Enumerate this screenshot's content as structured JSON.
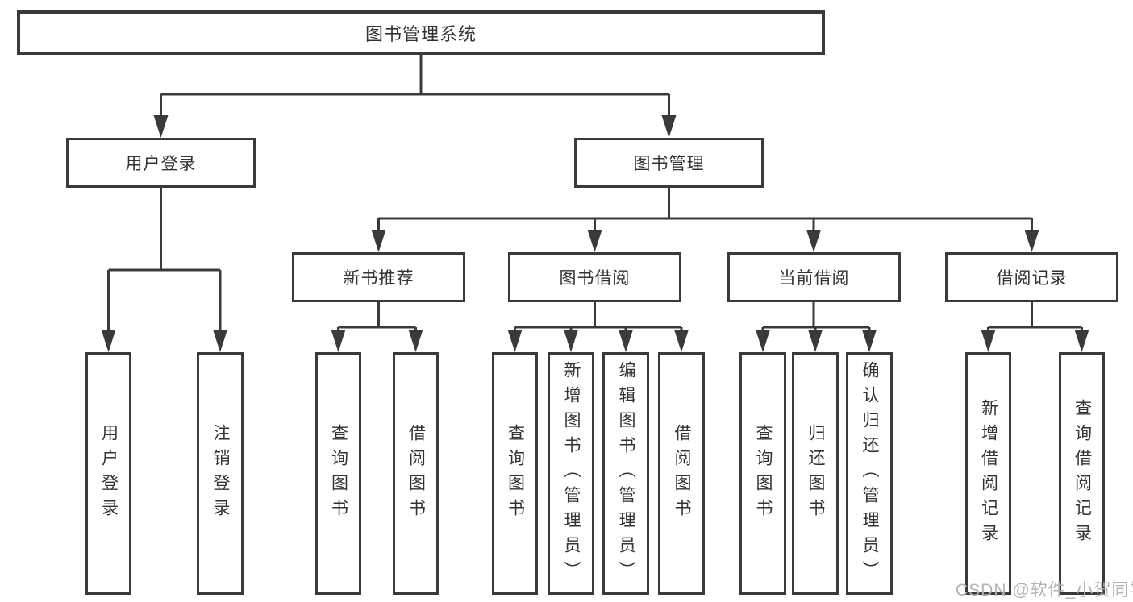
{
  "tree": {
    "root": {
      "label": "图书管理系统"
    },
    "branches": [
      {
        "label": "用户登录",
        "children": [
          {
            "label": "用户登录"
          },
          {
            "label": "注销登录"
          }
        ]
      },
      {
        "label": "图书管理",
        "children": [
          {
            "label": "新书推荐",
            "children": [
              {
                "label": "查询图书"
              },
              {
                "label": "借阅图书"
              }
            ]
          },
          {
            "label": "图书借阅",
            "children": [
              {
                "label": "查询图书"
              },
              {
                "label": "新增图书（管理员）"
              },
              {
                "label": "编辑图书（管理员）"
              },
              {
                "label": "借阅图书"
              }
            ]
          },
          {
            "label": "当前借阅",
            "children": [
              {
                "label": "查询图书"
              },
              {
                "label": "归还图书"
              },
              {
                "label": "确认归还（管理员）"
              }
            ]
          },
          {
            "label": "借阅记录",
            "children": [
              {
                "label": "新增借阅记录"
              },
              {
                "label": "查询借阅记录"
              }
            ]
          }
        ]
      }
    ]
  },
  "watermark": "CSDN @软件_小贺同学",
  "colors": {
    "line": "#3a3a3a",
    "text": "#333333",
    "watermark": "#b3b3b3",
    "background": "#ffffff"
  }
}
